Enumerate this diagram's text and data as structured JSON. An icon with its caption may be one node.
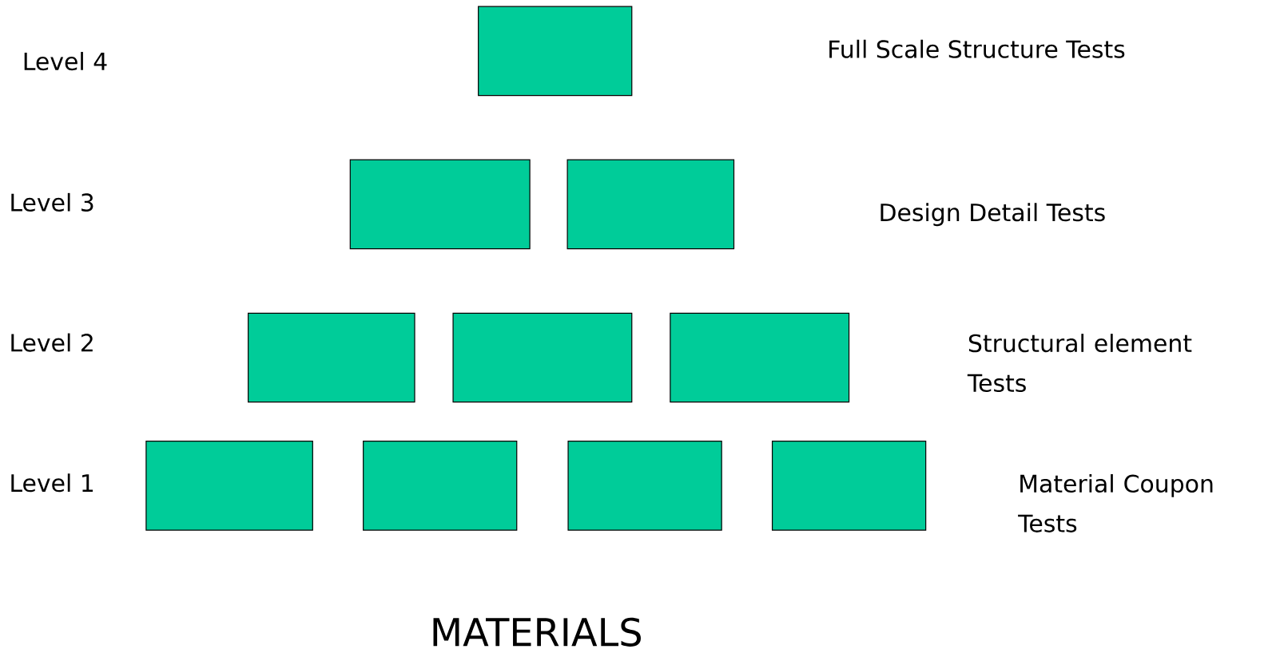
{
  "diagram": {
    "nodes": [
      {
        "text": [],
        "shape": "box"
      },
      {
        "text": [],
        "shape": "box"
      },
      {
        "text": [],
        "shape": "box"
      },
      {
        "text": [],
        "shape": "box"
      },
      {
        "text": [],
        "shape": "box"
      },
      {
        "text": [],
        "shape": "box"
      },
      {
        "text": [],
        "shape": "box"
      },
      {
        "text": [],
        "shape": "box"
      },
      {
        "text": [],
        "shape": "box"
      },
      {
        "text": [],
        "shape": "box"
      }
    ],
    "labels": [
      "Level 4",
      "Full Scale Structure Tests",
      "Level 3",
      "Design Detail Tests",
      "Level 2",
      "Structural element Tests",
      "Level 1",
      "Material Coupon Tests",
      "MATERIALS"
    ]
  }
}
